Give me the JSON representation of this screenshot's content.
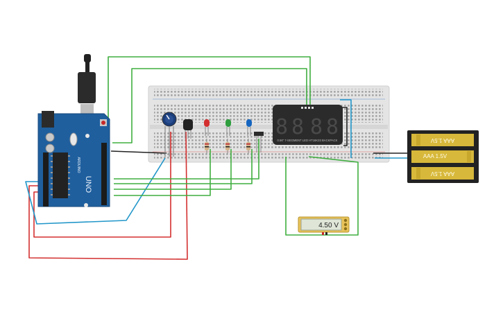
{
  "arduino": {
    "brand_text": "UNO",
    "sub_text": "ARDUINO",
    "colors": {
      "board": "#1f5f9e",
      "board_dark": "#174a7c"
    }
  },
  "display": {
    "digits": [
      "8",
      "8",
      "8",
      "8"
    ],
    "caption": "0.56\" 7-SEGMENT LED HT16K33 BACKPACK",
    "colors": {
      "body": "#2b2b2b",
      "segment": "#4a4a4a"
    }
  },
  "leds": [
    {
      "color": "#d32f2f"
    },
    {
      "color": "#2e9e3e"
    },
    {
      "color": "#1565c0"
    }
  ],
  "battery": {
    "cells": [
      "AAA 1.5V",
      "AAA 1.5V",
      "AAA 1.5V"
    ],
    "colors": {
      "cell": "#d7b83a",
      "frame": "#222222"
    }
  },
  "multimeter": {
    "reading": "4.50 V",
    "colors": {
      "body": "#e8c35a",
      "screen": "#dfe6d8"
    }
  },
  "wires": {
    "red": "#d32f2f",
    "green": "#3fae3f",
    "blue": "#2196c9",
    "black": "#222222"
  }
}
